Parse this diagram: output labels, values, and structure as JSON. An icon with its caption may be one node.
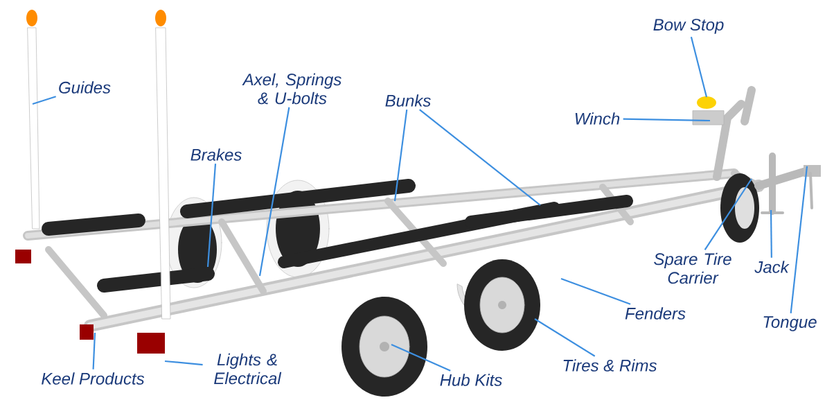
{
  "diagram": {
    "nodes": [
      {
        "text": [
          "Bow Stop"
        ]
      },
      {
        "text": [
          "Guides"
        ]
      },
      {
        "text": [
          "Axel, Springs & U-bolts"
        ]
      },
      {
        "text": [
          "Bunks"
        ]
      },
      {
        "text": [
          "Winch"
        ]
      },
      {
        "text": [
          "Brakes"
        ]
      },
      {
        "text": [
          "Spare Tire Carrier"
        ]
      },
      {
        "text": [
          "Jack"
        ]
      },
      {
        "text": [
          "Fenders"
        ]
      },
      {
        "text": [
          "Tongue"
        ]
      },
      {
        "text": [
          "Tires & Rims"
        ]
      },
      {
        "text": [
          "Lights & Electrical"
        ]
      },
      {
        "text": [
          "Keel Products"
        ]
      },
      {
        "text": [
          "Hub Kits"
        ]
      }
    ],
    "edges": [
      {
        "from": 0,
        "to": null,
        "arrow": "none"
      },
      {
        "from": 1,
        "to": null,
        "arrow": "none"
      },
      {
        "from": 2,
        "to": null,
        "arrow": "none"
      },
      {
        "from": 3,
        "to": null,
        "arrow": "none"
      },
      {
        "from": 3,
        "to": null,
        "arrow": "none"
      },
      {
        "from": 4,
        "to": null,
        "arrow": "none"
      },
      {
        "from": 5,
        "to": null,
        "arrow": "none"
      },
      {
        "from": 6,
        "to": null,
        "arrow": "none"
      },
      {
        "from": 7,
        "to": null,
        "arrow": "none"
      },
      {
        "from": 8,
        "to": null,
        "arrow": "none"
      },
      {
        "from": 9,
        "to": null,
        "arrow": "none"
      },
      {
        "from": 10,
        "to": null,
        "arrow": "none"
      },
      {
        "from": 11,
        "to": null,
        "arrow": "none"
      },
      {
        "from": 12,
        "to": null,
        "arrow": "none"
      },
      {
        "from": 13,
        "to": null,
        "arrow": "none"
      }
    ]
  }
}
